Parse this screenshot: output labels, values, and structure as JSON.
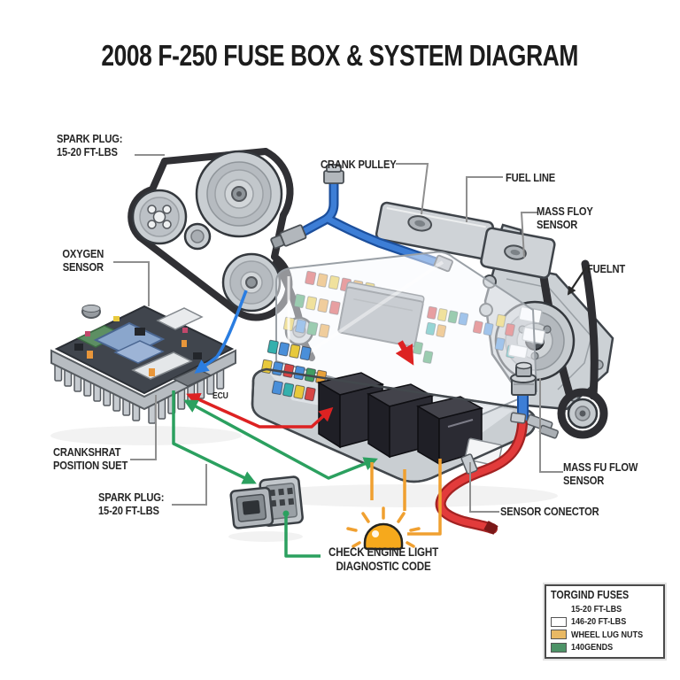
{
  "title": "2008 F-250 FUSE BOX & SYSTEM DIAGRAM",
  "labels": {
    "spark_plug_top": "SPARK PLUG:\n15-20 FT-LBS",
    "oxygen_sensor": "OXYGEN\nSENSOR",
    "crank_pulley": "CRANK PULLEY",
    "fuel_line": "FUEL LINE",
    "mass_floy_sensor": "MASS FLOY\nSENSOR",
    "fuelnt": "FUELNT",
    "ecu": "ECU",
    "crankshaft_position": "CRANKSHRAT\nPOSITION SUET",
    "spark_plug_bottom": "SPARK PLUG:\n15-20 FT-LBS",
    "check_engine": "CHECK ENGINE LIGHT\nDIAGNOSTIC CODE",
    "mass_fu_flow_sensor": "MASS FU FLOW\nSENSOR",
    "sensor_conector": "SENSOR CONECTOR"
  },
  "legend": {
    "title": "TORGIND FUSES",
    "rows": [
      {
        "label": "15-20 FT-LBS",
        "swatch": null
      },
      {
        "label": "146-20 FT-LBS",
        "swatch": "#ffffff"
      },
      {
        "label": "WHEEL LUG NUTS",
        "swatch": "#e9b964"
      },
      {
        "label": "140GENDS",
        "swatch": "#4d9367"
      }
    ]
  },
  "colors": {
    "wire_green": "#2ba05f",
    "wire_red": "#dd2222",
    "wire_blue": "#2a7de1",
    "wire_orange": "#f0a030",
    "leader_gray": "#8f8f8f",
    "warning_light": "#f6a91c",
    "hose_red": "#e23b3b",
    "pipe_blue": "#3d7ed6",
    "text": "#262626"
  }
}
